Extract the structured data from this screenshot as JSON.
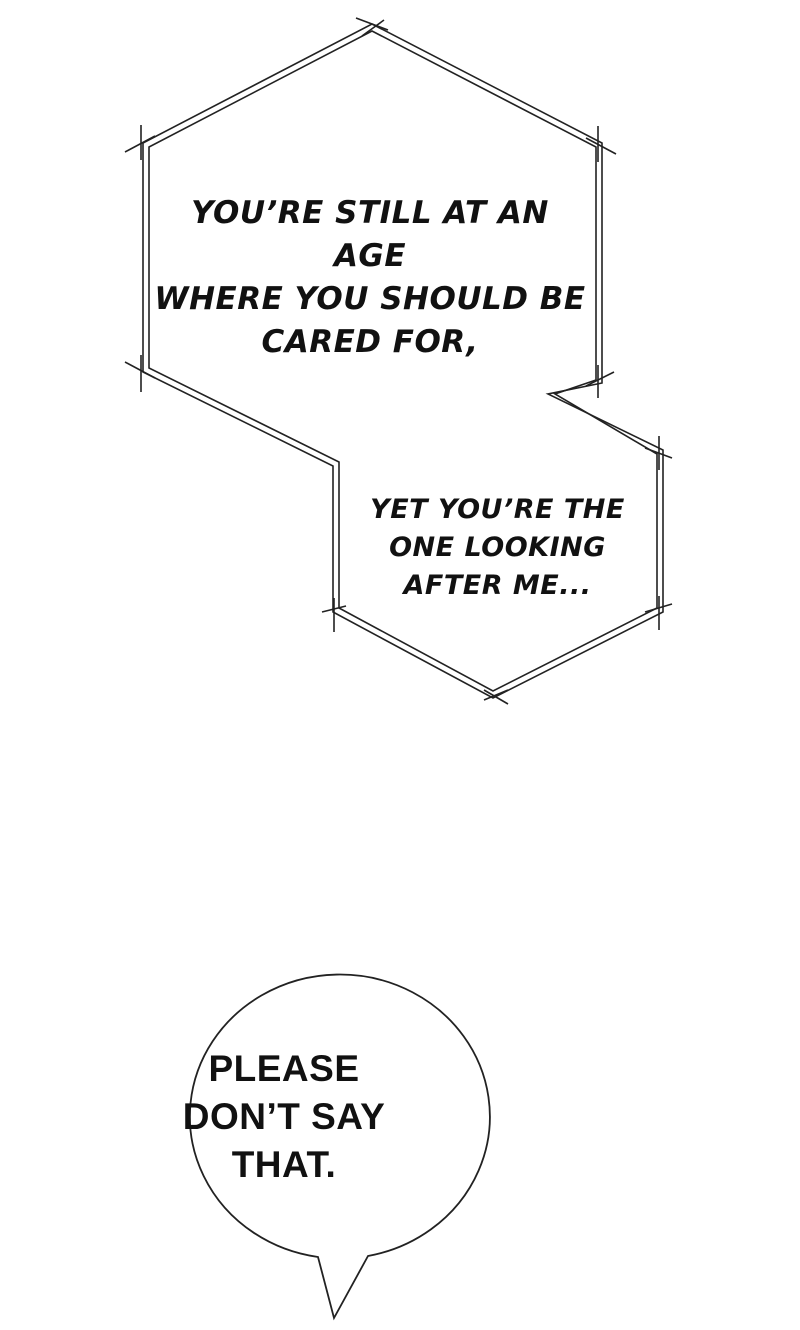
{
  "caption_box_1": {
    "lines": [
      "YOU’RE STILL AT AN AGE",
      "WHERE YOU SHOULD BE",
      "CARED FOR,"
    ]
  },
  "caption_box_2": {
    "lines": [
      "YET YOU’RE THE",
      "ONE LOOKING",
      "AFTER ME..."
    ]
  },
  "speech_bubble": {
    "lines": [
      "PLEASE",
      "DON’T SAY",
      "THAT."
    ]
  },
  "colors": {
    "background": "#ffffff",
    "outline": "#222222",
    "text": "#111111"
  }
}
